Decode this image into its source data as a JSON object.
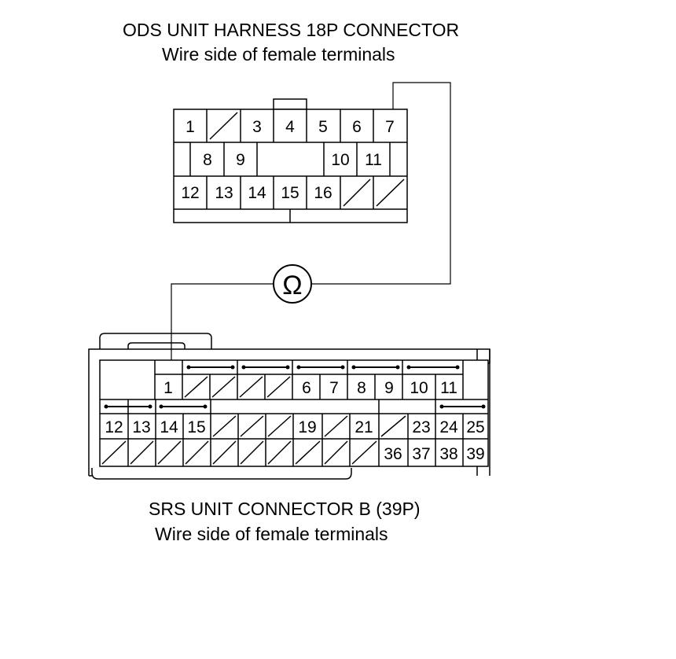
{
  "ods_connector": {
    "title": "ODS UNIT HARNESS 18P CONNECTOR",
    "subtitle": "Wire side of female terminals",
    "row1": [
      "1",
      "",
      "3",
      "4",
      "5",
      "6",
      "7"
    ],
    "row2": [
      "8",
      "9",
      "10",
      "11"
    ],
    "row3": [
      "12",
      "13",
      "14",
      "15",
      "16"
    ]
  },
  "ohmmeter": {
    "symbol": "Ω"
  },
  "srs_connector": {
    "title": "SRS UNIT CONNECTOR B (39P)",
    "subtitle": "Wire side of female terminals",
    "row1": [
      "1",
      "6",
      "7",
      "8",
      "9",
      "10",
      "11"
    ],
    "row2": [
      "12",
      "13",
      "14",
      "15",
      "19",
      "21",
      "23",
      "24",
      "25"
    ],
    "row3": [
      "36",
      "37",
      "38",
      "39"
    ]
  }
}
